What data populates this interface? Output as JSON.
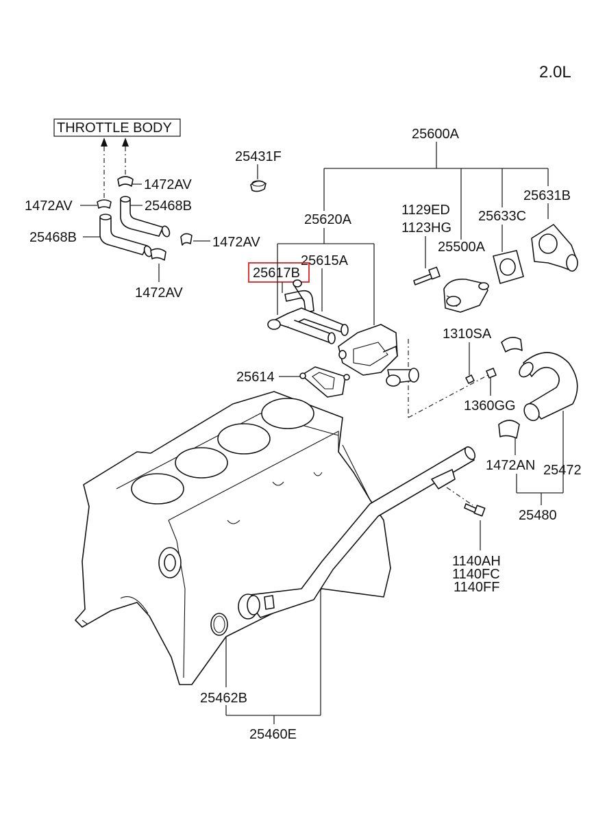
{
  "engine_label": "2.0L",
  "throttle_body": "THROTTLE BODY",
  "labels": {
    "p25600A": "25600A",
    "p25431F": "25431F",
    "p1472AV_top": "1472AV",
    "p1472AV_left": "1472AV",
    "p25468B_right": "25468B",
    "p25468B_left": "25468B",
    "p1472AV_mid": "1472AV",
    "p1472AV_bottom": "1472AV",
    "p25620A": "25620A",
    "p25615A": "25615A",
    "p25617B": "25617B",
    "p1129ED": "1129ED",
    "p1123HG": "1123HG",
    "p25500A": "25500A",
    "p25633C": "25633C",
    "p25631B": "25631B",
    "p1310SA": "1310SA",
    "p25614": "25614",
    "p1360GG": "1360GG",
    "p1472AN": "1472AN",
    "p25472": "25472",
    "p25480": "25480",
    "p1140AH": "1140AH",
    "p1140FC": "1140FC",
    "p1140FF": "1140FF",
    "p25462B": "25462B",
    "p25460E": "25460E"
  },
  "highlight_color": "#e02020"
}
